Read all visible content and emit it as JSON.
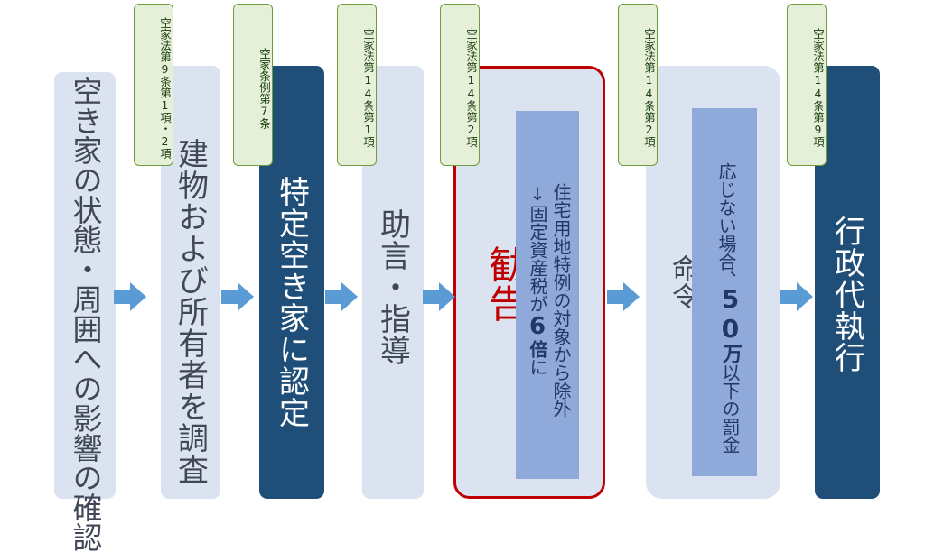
{
  "steps": [
    {
      "label": "空き家の状態・周囲への影響の確認",
      "law": ""
    },
    {
      "label": "建物および所有者を調査",
      "law": "空家法第9条第1項・2項"
    },
    {
      "label": "特定空き家に認定",
      "law": "空家条例第7条"
    },
    {
      "label": "助言・指導",
      "law": "空家法第14条第1項"
    },
    {
      "label": "勧告",
      "law": "空家法第14条第2項",
      "detail_1": "住宅用地特例の対象から除外",
      "detail_2_pre": "↓固定資産税が",
      "detail_2_num": "6",
      "detail_2_pre_bold": "倍",
      "detail_2_post": "に"
    },
    {
      "label": "命令",
      "law": "空家法第14条第2項",
      "detail_1": "応じない場合、",
      "detail_2_num": "50",
      "detail_2_bold": "万",
      "detail_2_post": "以下の罰金"
    },
    {
      "label": "行政代執行",
      "law": "空家法第14条第9項"
    }
  ],
  "colors": {
    "light_box": "#dbe3f1",
    "dark_box": "#1f4e79",
    "arrow": "#5b9bd5",
    "highlight": "#c00000",
    "tag_fill": "#e6f0d8",
    "tag_border": "#6e9b3d",
    "inner_panel": "#8fa9db"
  }
}
